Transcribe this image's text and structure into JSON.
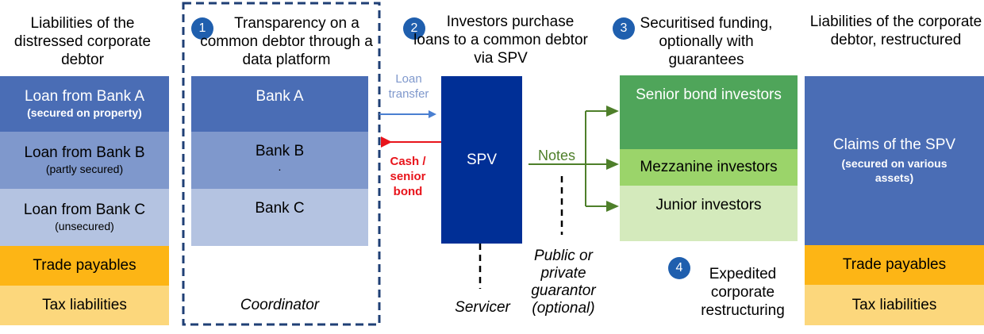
{
  "left": {
    "header": "Liabilities of the distressed corporate debtor",
    "loan_a": {
      "label": "Loan from Bank A",
      "note": "(secured on property)"
    },
    "loan_b": {
      "label": "Loan from Bank B",
      "note": "(partly secured)"
    },
    "loan_c": {
      "label": "Loan from Bank C",
      "note": "(unsecured)"
    },
    "trade": "Trade payables",
    "tax": "Tax liabilities"
  },
  "step1": {
    "number": "1",
    "header": "Transparency on a common debtor through a data platform",
    "bank_a": "Bank A",
    "bank_b": "Bank B",
    "bank_b_dot": ".",
    "bank_c": "Bank C",
    "coordinator": "Coordinator"
  },
  "step2": {
    "number": "2",
    "header": "Investors purchase loans to a common debtor via SPV",
    "loan_transfer": "Loan transfer",
    "cash": "Cash / senior bond",
    "spv": "SPV",
    "notes": "Notes",
    "servicer": "Servicer",
    "guarantor": "Public or private guarantor (optional)"
  },
  "step3": {
    "number": "3",
    "header": "Securitised funding, optionally with guarantees",
    "senior": "Senior bond investors",
    "mezzanine": "Mezzanine investors",
    "junior": "Junior investors"
  },
  "step4": {
    "number": "4",
    "label": "Expedited corporate restructuring"
  },
  "right": {
    "header": "Liabilities of the corporate debtor, restructured",
    "claims": "Claims of the SPV",
    "claims_note": "(secured on various assets)",
    "trade": "Trade payables",
    "tax": "Tax liabilities"
  },
  "colors": {
    "bank_a": "#4A6DB5",
    "bank_b": "#7F98CC",
    "bank_c": "#B4C3E1",
    "trade": "#FDB515",
    "tax": "#FCD77C",
    "spv": "#002F96",
    "senior": "#4FA55A",
    "mezzanine": "#9BD46A",
    "junior": "#D4EABC",
    "blue_arrow": "#4A7FD1",
    "red_arrow": "#E8141B",
    "green_arrow": "#4E7F2A",
    "step_badge": "#1F5FAE"
  }
}
